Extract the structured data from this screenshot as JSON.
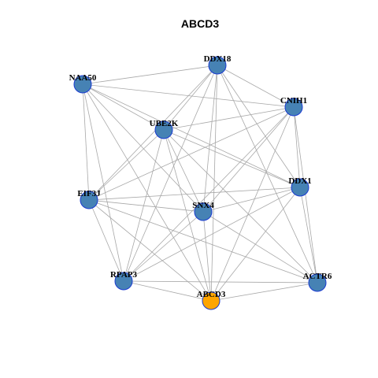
{
  "title": "ABCD3",
  "colors": {
    "node_default": "#4682b4",
    "node_focus": "#ffa500",
    "node_border": "#1a3bd1",
    "edge": "#a8a8a8"
  },
  "nodes": [
    {
      "id": "DDX18",
      "label": "DDX18",
      "focus": false
    },
    {
      "id": "NAA50",
      "label": "NAA50",
      "focus": false
    },
    {
      "id": "CNIH1",
      "label": "CNIH1",
      "focus": false
    },
    {
      "id": "UBE2K",
      "label": "UBE2K",
      "focus": false
    },
    {
      "id": "DDX1",
      "label": "DDX1",
      "focus": false
    },
    {
      "id": "EIF3J",
      "label": "EIF3J",
      "focus": false
    },
    {
      "id": "SNX4",
      "label": "SNX4",
      "focus": false
    },
    {
      "id": "RPAP3",
      "label": "RPAP3",
      "focus": false
    },
    {
      "id": "ACTR6",
      "label": "ACTR6",
      "focus": false
    },
    {
      "id": "ABCD3",
      "label": "ABCD3",
      "focus": true
    }
  ],
  "edges": [
    [
      "DDX18",
      "NAA50"
    ],
    [
      "DDX18",
      "CNIH1"
    ],
    [
      "DDX18",
      "UBE2K"
    ],
    [
      "DDX18",
      "DDX1"
    ],
    [
      "DDX18",
      "EIF3J"
    ],
    [
      "DDX18",
      "SNX4"
    ],
    [
      "DDX18",
      "RPAP3"
    ],
    [
      "DDX18",
      "ACTR6"
    ],
    [
      "DDX18",
      "ABCD3"
    ],
    [
      "NAA50",
      "CNIH1"
    ],
    [
      "NAA50",
      "UBE2K"
    ],
    [
      "NAA50",
      "DDX1"
    ],
    [
      "NAA50",
      "EIF3J"
    ],
    [
      "NAA50",
      "SNX4"
    ],
    [
      "NAA50",
      "RPAP3"
    ],
    [
      "NAA50",
      "ABCD3"
    ],
    [
      "CNIH1",
      "UBE2K"
    ],
    [
      "CNIH1",
      "DDX1"
    ],
    [
      "CNIH1",
      "EIF3J"
    ],
    [
      "CNIH1",
      "SNX4"
    ],
    [
      "CNIH1",
      "RPAP3"
    ],
    [
      "CNIH1",
      "ACTR6"
    ],
    [
      "CNIH1",
      "ABCD3"
    ],
    [
      "UBE2K",
      "DDX1"
    ],
    [
      "UBE2K",
      "EIF3J"
    ],
    [
      "UBE2K",
      "SNX4"
    ],
    [
      "UBE2K",
      "RPAP3"
    ],
    [
      "UBE2K",
      "ACTR6"
    ],
    [
      "UBE2K",
      "ABCD3"
    ],
    [
      "DDX1",
      "EIF3J"
    ],
    [
      "DDX1",
      "SNX4"
    ],
    [
      "DDX1",
      "RPAP3"
    ],
    [
      "DDX1",
      "ACTR6"
    ],
    [
      "DDX1",
      "ABCD3"
    ],
    [
      "EIF3J",
      "SNX4"
    ],
    [
      "EIF3J",
      "RPAP3"
    ],
    [
      "EIF3J",
      "ACTR6"
    ],
    [
      "EIF3J",
      "ABCD3"
    ],
    [
      "SNX4",
      "RPAP3"
    ],
    [
      "SNX4",
      "ACTR6"
    ],
    [
      "SNX4",
      "ABCD3"
    ],
    [
      "RPAP3",
      "ACTR6"
    ],
    [
      "RPAP3",
      "ABCD3"
    ],
    [
      "ACTR6",
      "ABCD3"
    ]
  ]
}
